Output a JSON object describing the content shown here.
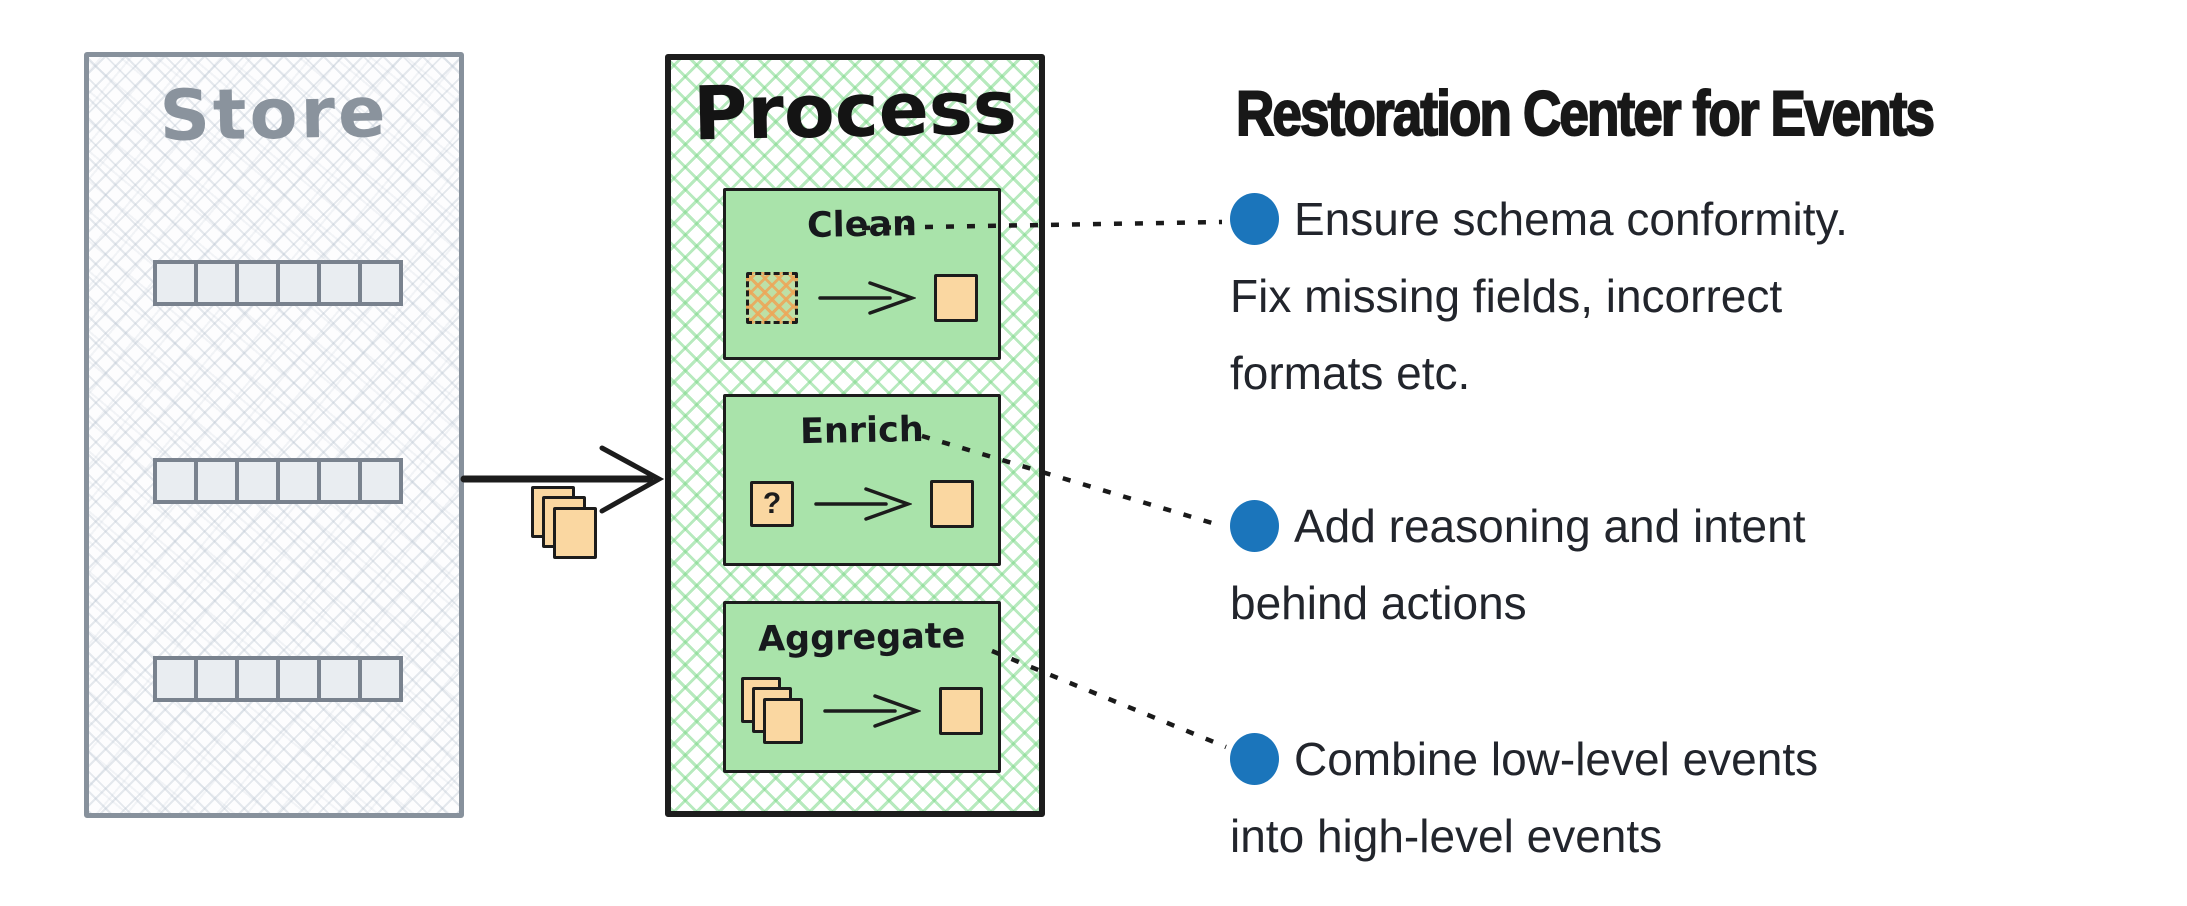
{
  "store": {
    "title": "Store",
    "rows": 3,
    "cells_per_row": 6
  },
  "process": {
    "title": "Process",
    "steps": [
      {
        "id": "clean",
        "label": "Clean"
      },
      {
        "id": "enrich",
        "label": "Enrich",
        "unknown_mark": "?"
      },
      {
        "id": "aggregate",
        "label": "Aggregate"
      }
    ]
  },
  "panel": {
    "title": "Restoration Center for Events",
    "bullets": [
      {
        "text": "Ensure schema conformity.\nFix missing fields, incorrect\nformats etc."
      },
      {
        "text": "Add reasoning and intent\nbehind actions"
      },
      {
        "text": "Combine low-level events\ninto high-level events"
      }
    ]
  },
  "colors": {
    "bullet_blue": "#1b75bb",
    "process_green_fill": "#a9e3aa",
    "process_hatch_green": "#7cd888",
    "store_border_gray": "#87919c",
    "event_orange_fill": "#fad7a1",
    "ink_black": "#1c1c1c",
    "text_dark": "#22252c"
  },
  "icons": {
    "bullet_dot": "filled-circle",
    "dirty_event": "orange-hatched-square-dashed-border",
    "clean_event": "orange-square",
    "unknown_event": "orange-square-with-question-mark",
    "event_stack": "three-stacked-orange-squares",
    "flow_arrow": "sketch-right-arrow",
    "dotted_connector": "dotted-line"
  }
}
